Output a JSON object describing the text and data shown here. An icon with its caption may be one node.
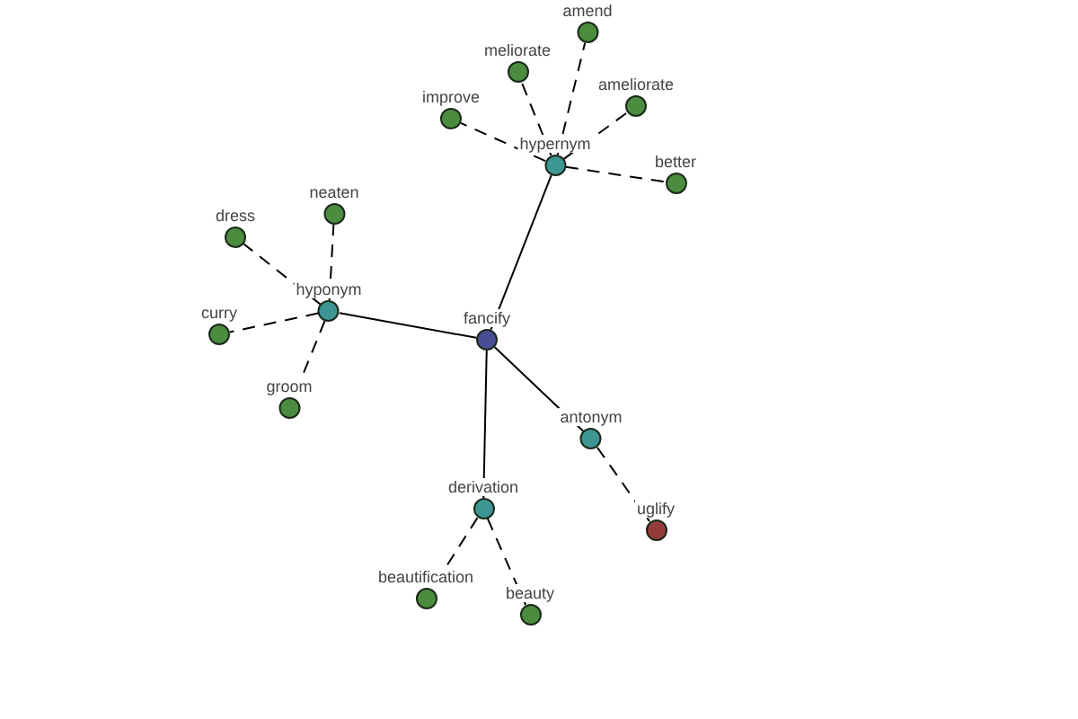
{
  "diagram": {
    "nodes": [
      {
        "text": [
          "fancify"
        ]
      },
      {
        "text": [
          "hypernym"
        ]
      },
      {
        "text": [
          "improve"
        ]
      },
      {
        "text": [
          "meliorate"
        ]
      },
      {
        "text": [
          "amend"
        ]
      },
      {
        "text": [
          "ameliorate"
        ]
      },
      {
        "text": [
          "better"
        ]
      },
      {
        "text": [
          "hyponym"
        ]
      },
      {
        "text": [
          "dress"
        ]
      },
      {
        "text": [
          "neaten"
        ]
      },
      {
        "text": [
          "curry"
        ]
      },
      {
        "text": [
          "groom"
        ]
      },
      {
        "text": [
          "antonym"
        ]
      },
      {
        "text": [
          "uglify"
        ]
      },
      {
        "text": [
          "derivation"
        ]
      },
      {
        "text": [
          "beautification"
        ]
      },
      {
        "text": [
          "beauty"
        ]
      }
    ],
    "edges": [
      {
        "from": 0,
        "to": 1,
        "arrow": "none"
      },
      {
        "from": 1,
        "to": 2,
        "arrow": "none",
        "style": "dashed"
      },
      {
        "from": 1,
        "to": 3,
        "arrow": "none",
        "style": "dashed"
      },
      {
        "from": 1,
        "to": 4,
        "arrow": "none",
        "style": "dashed"
      },
      {
        "from": 1,
        "to": 5,
        "arrow": "none",
        "style": "dashed"
      },
      {
        "from": 1,
        "to": 6,
        "arrow": "none",
        "style": "dashed"
      },
      {
        "from": 0,
        "to": 7,
        "arrow": "none"
      },
      {
        "from": 7,
        "to": 8,
        "arrow": "none",
        "style": "dashed"
      },
      {
        "from": 7,
        "to": 9,
        "arrow": "none",
        "style": "dashed"
      },
      {
        "from": 7,
        "to": 10,
        "arrow": "none",
        "style": "dashed"
      },
      {
        "from": 7,
        "to": 11,
        "arrow": "none",
        "style": "dashed"
      },
      {
        "from": 0,
        "to": 12,
        "arrow": "none"
      },
      {
        "from": 12,
        "to": 13,
        "arrow": "none",
        "style": "dashed"
      },
      {
        "from": 0,
        "to": 14,
        "arrow": "none"
      },
      {
        "from": 14,
        "to": 15,
        "arrow": "none",
        "style": "dashed"
      },
      {
        "from": 14,
        "to": 16,
        "arrow": "none",
        "style": "dashed"
      }
    ]
  }
}
